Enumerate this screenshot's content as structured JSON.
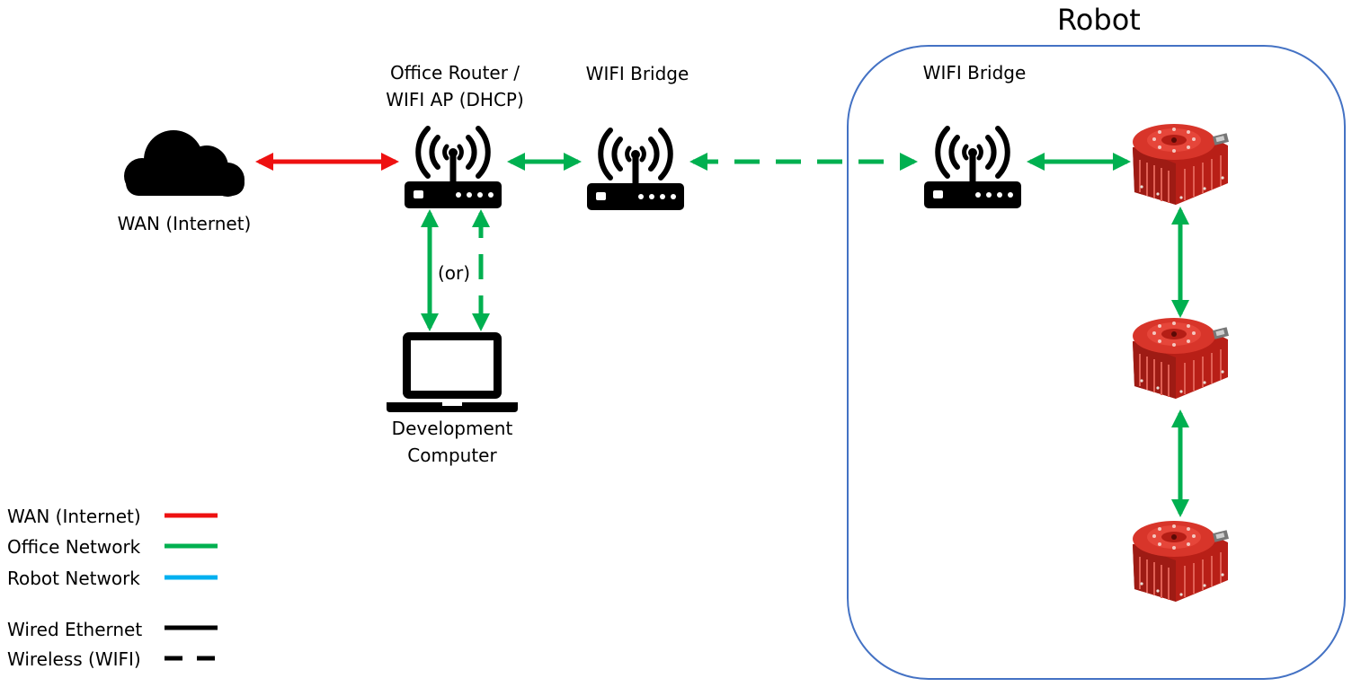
{
  "colors": {
    "wan": "#ee1111",
    "office": "#00b050",
    "robot_net": "#00b0f0",
    "robot_frame": "#4472c4",
    "device": "#000000",
    "actuator": "#c8281f"
  },
  "nodes": {
    "wan": {
      "label": "WAN (Internet)",
      "icon": "cloud-icon"
    },
    "office_router": {
      "line1": "Office Router /",
      "line2": "WIFI AP (DHCP)",
      "icon": "router-icon"
    },
    "office_bridge": {
      "label": "WIFI Bridge",
      "icon": "router-icon"
    },
    "robot_bridge": {
      "label": "WIFI Bridge",
      "icon": "router-icon"
    },
    "dev_computer": {
      "line1": "Development",
      "line2": "Computer",
      "icon": "laptop-icon"
    },
    "actuators": [
      "actuator-icon",
      "actuator-icon",
      "actuator-icon"
    ]
  },
  "connection_or_label": "(or)",
  "robot_group_title": "Robot",
  "legend": {
    "colors": [
      {
        "label": "WAN (Internet)",
        "color": "#ee1111"
      },
      {
        "label": "Office Network",
        "color": "#00b050"
      },
      {
        "label": "Robot Network",
        "color": "#00b0f0"
      }
    ],
    "styles": [
      {
        "label": "Wired Ethernet",
        "style": "solid"
      },
      {
        "label": "Wireless (WIFI)",
        "style": "dashed"
      }
    ]
  }
}
